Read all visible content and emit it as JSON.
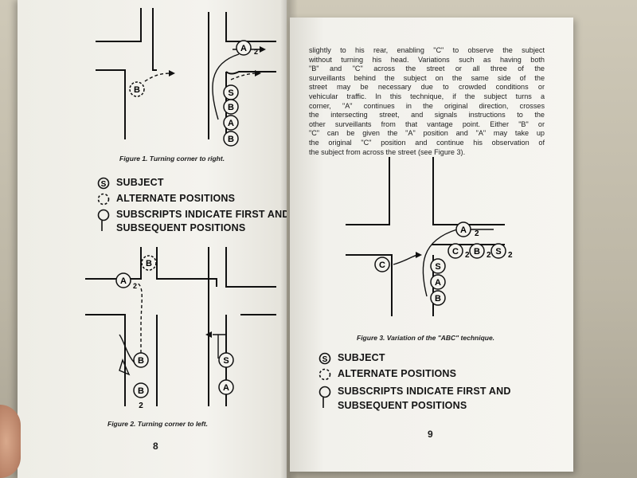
{
  "left_page": {
    "page_number": "8",
    "figure1": {
      "caption": "Figure 1. Turning corner to right.",
      "markers": [
        "S",
        "B",
        "A",
        "B",
        "B",
        "A",
        "2"
      ]
    },
    "legend": {
      "subject": "SUBJECT",
      "alternate": "ALTERNATE POSITIONS",
      "subscripts_line1": "SUBSCRIPTS INDICATE FIRST AND",
      "subscripts_line2": "SUBSEQUENT POSITIONS",
      "subject_symbol": "S"
    },
    "figure2": {
      "caption": "Figure 2. Turning corner to left.",
      "markers": [
        "B",
        "A",
        "2",
        "B",
        "B",
        "2",
        "S",
        "A"
      ]
    }
  },
  "right_page": {
    "page_number": "9",
    "body_lines": [
      "slightly to his rear, enabling \"C\" to observe the subject",
      "without turning his head. Variations such as having both",
      "\"B\" and \"C\" across the street or all three of the",
      "surveillants behind the subject on the same side of the",
      "street may be necessary due to crowded conditions or",
      "vehicular traffic. In this technique, if the subject turns a",
      "corner, \"A\" continues in the original direction, crosses",
      "the intersecting street, and signals instructions to the",
      "other surveillants from that vantage point. Either \"B\" or",
      "\"C\" can be given the \"A\" position and \"A\" may take up",
      "the original \"C\" position and continue his observation of",
      "the subject from across the street (see Figure 3)."
    ],
    "figure3": {
      "caption": "Figure 3. Variation of the \"ABC\" technique.",
      "markers": [
        "A",
        "2",
        "C",
        "2",
        "B",
        "2",
        "S",
        "2",
        "C",
        "S",
        "A",
        "B"
      ]
    },
    "legend": {
      "subject": "SUBJECT",
      "alternate": "ALTERNATE POSITIONS",
      "subscripts_line1": "SUBSCRIPTS INDICATE FIRST AND",
      "subscripts_line2": "SUBSEQUENT POSITIONS",
      "subject_symbol": "S"
    }
  }
}
